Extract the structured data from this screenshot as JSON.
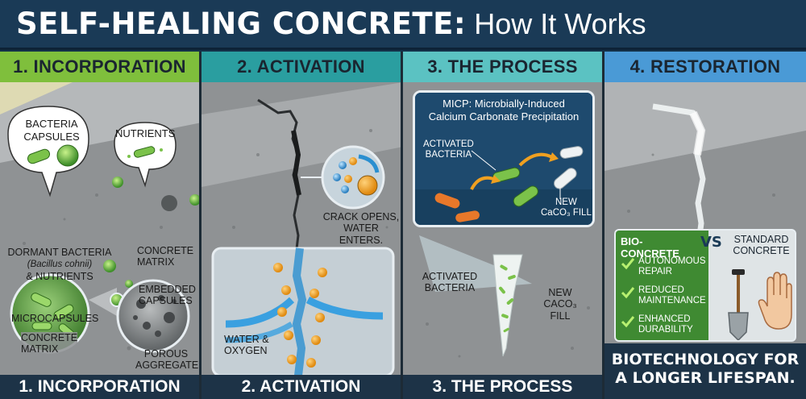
{
  "title": {
    "main": "SELF-HEALING CONCRETE:",
    "sub": "How It Works"
  },
  "colors": {
    "header1": "#7fbf3c",
    "header2": "#2a9ea0",
    "header3": "#5bc2c2",
    "header4": "#4a9ad6",
    "concrete": "#8c8f91",
    "navy": "#1d3347"
  },
  "panel1": {
    "header": "1. INCORPORATION",
    "bubble_capsules": "BACTERIA\nCAPSULES",
    "bubble_nutrients": "NUTRIENTS",
    "dormant_label_1": "DORMANT BACTERIA",
    "dormant_label_2": "(Bacillus cohnii)",
    "dormant_label_3": "& NUTRIENTS",
    "matrix_label_top": "CONCRETE\nMATRIX",
    "embedded_label": "EMBEDDED\nCAPSULES",
    "microcapsules_label": "MICROCAPSULES",
    "matrix_label_bottom": "CONCRETE\nMATRIX",
    "porous_label": "POROUS\nAGGREGATES",
    "footer": "1. INCORPORATION"
  },
  "panel2": {
    "header": "2. ACTIVATION",
    "crack_label": "CRACK OPENS,\nWATER\nENTERS.",
    "water_label": "WATER &\nOXYGEN",
    "footer": "2. ACTIVATION"
  },
  "panel3": {
    "header": "3. THE PROCESS",
    "micp_title": "MICP: Microbially-Induced\nCalcium Carbonate Precipitation",
    "micp_activated": "ACTIVATED\nBACTERIA",
    "micp_new_fill_1": "NEW",
    "micp_new_fill_2": "CaCO₃ FILL",
    "activated_label": "ACTIVATED\nBACTERIA",
    "new_fill_label": "NEW\nCaCO₃\nFILL",
    "footer": "3. THE PROCESS"
  },
  "panel4": {
    "header": "4. RESTORATION",
    "bio_label": "BIO-CONCRETE",
    "vs_label": "VS",
    "standard_label": "STANDARD\nCONCRETE",
    "benefits": [
      "AUTONOMOUS\nREPAIR",
      "REDUCED\nMAINTENANCE",
      "ENHANCED\nDURABILITY"
    ],
    "tagline": "BIOTECHNOLOGY FOR\nA LONGER LIFESPAN."
  }
}
